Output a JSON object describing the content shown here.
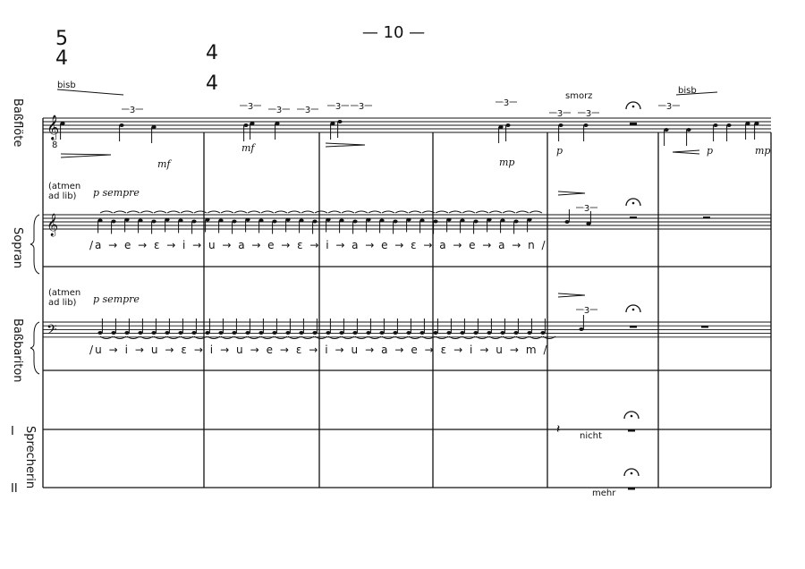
{
  "page_number": "— 10 —",
  "time_signatures": [
    {
      "top": "5",
      "bottom": "4"
    },
    {
      "top": "4",
      "bottom": "4"
    }
  ],
  "instruments": {
    "flute": "Baßflöte",
    "soprano": "Sopran",
    "baritone": "Baßbariton",
    "speaker": "Sprecherin",
    "speaker_1": "I",
    "speaker_2": "II"
  },
  "flute": {
    "bisb_1": "bisb",
    "bisb_2": "bisb",
    "smorz": "smorz",
    "octave_mark": "8",
    "dynamics": [
      "mf",
      "mf",
      "mp",
      "p",
      "p",
      "mp"
    ],
    "triplet": "3"
  },
  "soprano": {
    "breath": "(atmen ad lib)",
    "dynamic": "p sempre",
    "vowels": "/a → e → ɛ → i → u → a → e → ɛ → i → a → e → ɛ → a → e → a → n /"
  },
  "baritone": {
    "breath": "(atmen ad lib)",
    "dynamic": "p sempre",
    "vowels": "/u → i → u → ɛ → i → u → e → ɛ → i → u → a → e → ɛ → i → u → m /"
  },
  "speaker": {
    "word_1": "nicht",
    "word_2": "mehr"
  },
  "colors": {
    "ink": "#111111",
    "paper": "#ffffff"
  }
}
